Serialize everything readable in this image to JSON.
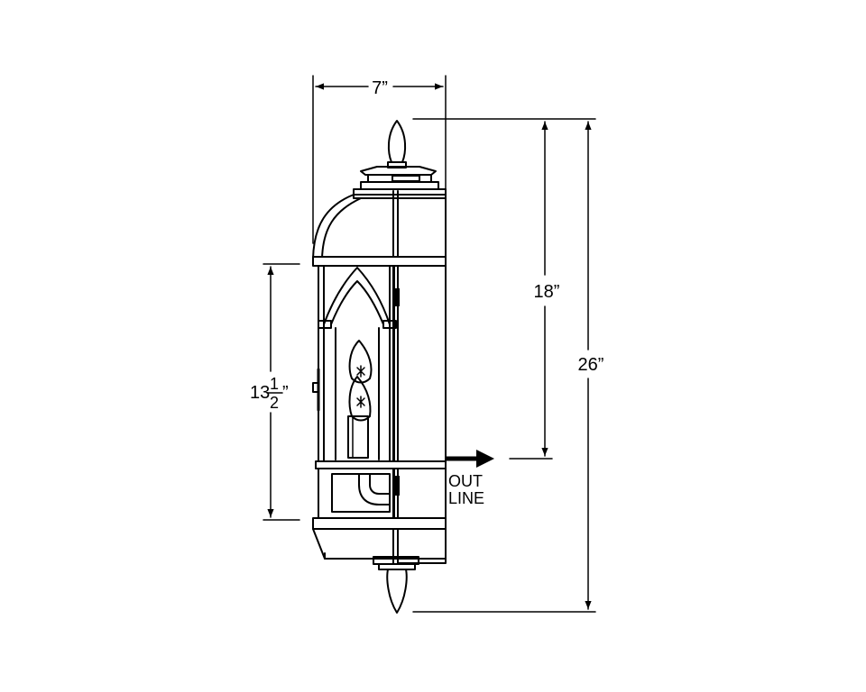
{
  "dimensions": {
    "width": "7”",
    "height_overall": "26”",
    "height_to_outlet": "18”",
    "backplate_height_whole": "13",
    "backplate_height_numerator": "1",
    "backplate_height_denominator": "2",
    "backplate_height_quote": "”"
  },
  "outlet_label": {
    "line1": "OUT",
    "line2": "LINE"
  }
}
